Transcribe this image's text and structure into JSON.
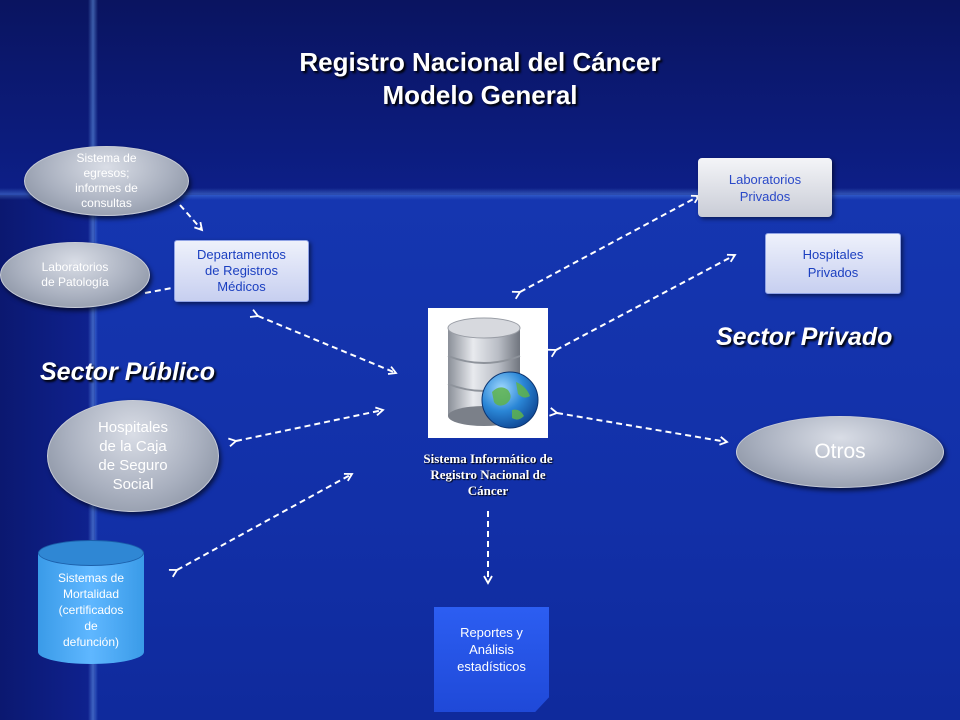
{
  "title": {
    "line1": "Registro Nacional del Cáncer",
    "line2": "Modelo General"
  },
  "sectors": {
    "public": "Sector Público",
    "private": "Sector Privado"
  },
  "nodes": {
    "egresos": [
      "Sistema de",
      "egresos;",
      "informes de",
      "consultas"
    ],
    "lab_patologia": [
      "Laboratorios",
      "de Patología"
    ],
    "departamentos": [
      "Departamentos",
      "de Registros",
      "Médicos"
    ],
    "hospitales_caja": [
      "Hospitales",
      "de la Caja",
      "de Seguro",
      "Social"
    ],
    "mortalidad": [
      "Sistemas de",
      "Mortalidad",
      "(certificados",
      "de",
      "defunción)"
    ],
    "lab_privados": [
      "Laboratorios",
      "Privados"
    ],
    "hosp_privados": [
      "Hospitales",
      "Privados"
    ],
    "otros": "Otros",
    "central": [
      "Sistema Informático de",
      "Registro Nacional de",
      "Cáncer"
    ],
    "reportes": [
      "Reportes y",
      "Análisis",
      "estadísticos"
    ]
  },
  "icons": {
    "central": "database-globe-icon"
  },
  "colors": {
    "background": "#1230a8",
    "arrow": "#ffffff",
    "box_text": "#1b3fc0"
  }
}
